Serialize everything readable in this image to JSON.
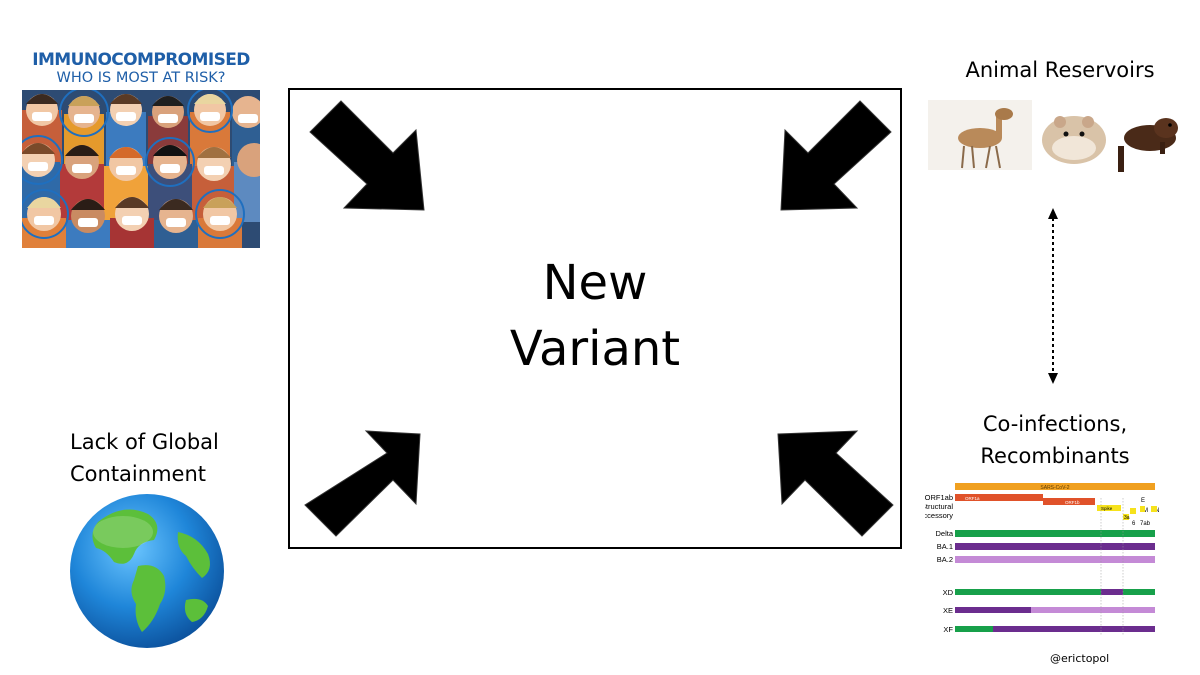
{
  "immuno": {
    "title": "IMMUNOCOMPROMISED",
    "subtitle": "WHO IS MOST AT RISK?"
  },
  "center": {
    "line1": "New",
    "line2": "Variant"
  },
  "labels": {
    "animal_reservoirs": "Animal Reservoirs",
    "coinfections_line1": "Co-infections,",
    "coinfections_line2": "Recombinants",
    "lack_line1": "Lack of Global",
    "lack_line2": "Containment"
  },
  "handle": "@erictopol",
  "recombinants": {
    "genome_label": "SARS-CoV-2",
    "row_labels": [
      "ORF1ab",
      "Structural",
      "Accessory",
      "Delta",
      "BA.1",
      "BA.2",
      "XD",
      "XE",
      "XF"
    ],
    "gene_labels": [
      "ORF1a",
      "ORF1b",
      "Spike",
      "E",
      "M",
      "N",
      "3a",
      "6",
      "7ab"
    ],
    "colors": {
      "genome": "#f0a020",
      "orf": "#e0522a",
      "structural": "#f6e21c",
      "delta": "#17a04a",
      "ba1": "#6b2d8e",
      "ba2": "#c48ad6"
    }
  }
}
